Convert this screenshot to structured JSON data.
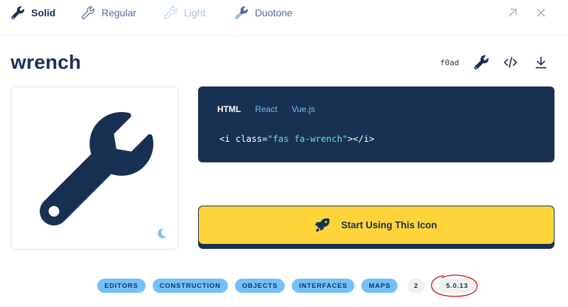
{
  "style_tabs": [
    {
      "label": "Solid",
      "icon": "wrench-solid-icon",
      "active": true
    },
    {
      "label": "Regular",
      "icon": "wrench-regular-icon",
      "active": false
    },
    {
      "label": "Light",
      "icon": "wrench-light-icon",
      "active": false
    },
    {
      "label": "Duotone",
      "icon": "wrench-duotone-icon",
      "active": false
    }
  ],
  "window_controls": {
    "expand": "arrow-up-right-icon",
    "close": "close-icon"
  },
  "icon": {
    "name": "wrench",
    "unicode": "f0ad"
  },
  "toolbar": {
    "glyph": "wrench-glyph-icon",
    "code": "code-icon",
    "download": "download-icon"
  },
  "preview": {
    "theme_toggle": "moon-icon"
  },
  "code_card": {
    "tabs": [
      {
        "label": "HTML",
        "active": true
      },
      {
        "label": "React",
        "active": false
      },
      {
        "label": "Vue.js",
        "active": false
      }
    ],
    "snippet": {
      "open": "<i class=",
      "value": "\"fas fa-wrench\"",
      "close": "></i>"
    }
  },
  "start_button": {
    "label": "Start Using This Icon",
    "icon": "rocket-icon"
  },
  "tags": [
    "EDITORS",
    "CONSTRUCTION",
    "OBJECTS",
    "INTERFACES",
    "MAPS"
  ],
  "meta": {
    "count": "2",
    "version": "5.0.13"
  },
  "colors": {
    "navy": "#183153",
    "yellow": "#ffd43b",
    "tag_blue": "#74c0fc",
    "code_string": "#63e6be",
    "annotation_red": "#c0161c"
  }
}
